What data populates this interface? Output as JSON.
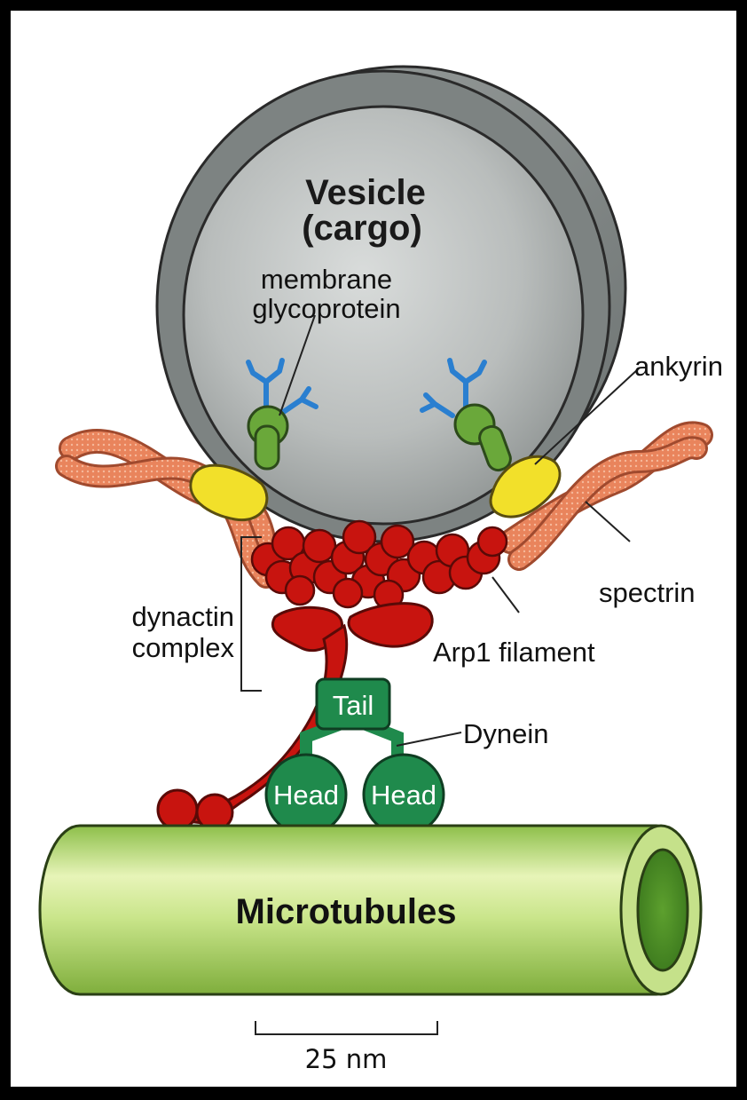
{
  "labels": {
    "vesicle_line1": "Vesicle",
    "vesicle_line2": "(cargo)",
    "glyco_line1": "membrane",
    "glyco_line2": "glycoprotein",
    "ankyrin": "ankyrin",
    "spectrin": "spectrin",
    "dynactin_line1": "dynactin",
    "dynactin_line2": "complex",
    "arp1": "Arp1 filament",
    "tail": "Tail",
    "dynein": "Dynein",
    "head_left": "Head",
    "head_right": "Head",
    "microtubules": "Microtubules",
    "scale": "25 nm"
  },
  "colors": {
    "background": "#000000",
    "panel": "#ffffff",
    "vesicle": "#8e9492",
    "spectrin": "#e8825a",
    "ankyrin": "#f2e02a",
    "glycoprotein": "#6aa83a",
    "sugar_chains": "#2a7fd0",
    "dynactin": "#c8140f",
    "dynein": "#1f8a4c",
    "microtubule": "#a9d46a"
  }
}
